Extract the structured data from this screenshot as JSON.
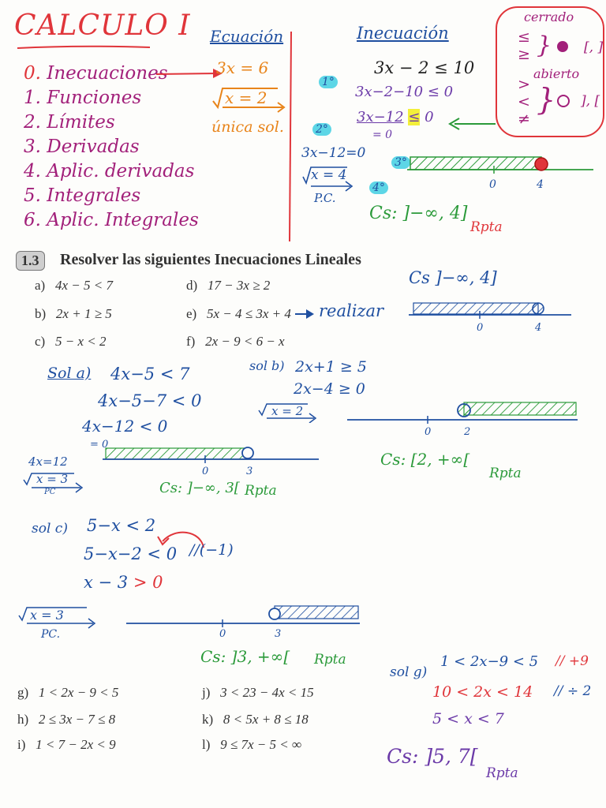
{
  "title": "CALCULO I",
  "topics": [
    {
      "num": "0.",
      "label": "Inecuaciones"
    },
    {
      "num": "1.",
      "label": "Funciones"
    },
    {
      "num": "2.",
      "label": "Límites"
    },
    {
      "num": "3.",
      "label": "Derivadas"
    },
    {
      "num": "4.",
      "label": "Aplic. derivadas"
    },
    {
      "num": "5.",
      "label": "Integrales"
    },
    {
      "num": "6.",
      "label": "Aplic. Integrales"
    }
  ],
  "ecuacion": {
    "heading": "Ecuación",
    "eq": "3x = 6",
    "sol": "x = 2",
    "note": "única sol."
  },
  "inecuacion": {
    "heading": "Inecuación",
    "main": "3x − 2 ≤ 10",
    "step1_badge": "1°",
    "step1": "3x−2−10 ≤ 0",
    "step2_badge": "2°",
    "step2a": "3x−12",
    "step2b": "≤",
    "step2c": "0",
    "step2_zero": "= 0",
    "pc_eq": "3x−12=0",
    "pc_x": "x = 4",
    "pc_label": "P.C.",
    "step3_badge": "3°",
    "step4_badge": "4°",
    "tick0": "0",
    "tick4": "4",
    "cs": "Cs: ]−∞, 4]",
    "rpta": "Rpta"
  },
  "legend": {
    "cerrado": "cerrado",
    "closed_syms": [
      "≤",
      "≥"
    ],
    "closed_br": "[, ]",
    "abierto": "abierto",
    "open_syms": [
      ">",
      "<",
      "≠"
    ],
    "open_br": "], ["
  },
  "problem": {
    "number": "1.3",
    "heading": "Resolver las siguientes Inecuaciones Lineales",
    "items": [
      {
        "label": "a)",
        "expr": "4x − 5 < 7"
      },
      {
        "label": "b)",
        "expr": "2x + 1 ≥ 5"
      },
      {
        "label": "c)",
        "expr": "5 − x < 2"
      },
      {
        "label": "d)",
        "expr": "17 − 3x ≥ 2"
      },
      {
        "label": "e)",
        "expr": "5x − 4 ≤ 3x + 4"
      },
      {
        "label": "f)",
        "expr": "2x − 9 < 6 − x"
      },
      {
        "label": "g)",
        "expr": "1 < 2x − 9 < 5"
      },
      {
        "label": "h)",
        "expr": "2 ≤ 3x − 7 ≤ 8"
      },
      {
        "label": "i)",
        "expr": "1 < 7 − 2x < 9"
      },
      {
        "label": "j)",
        "expr": "3 < 23 − 4x < 15"
      },
      {
        "label": "k)",
        "expr": "8 < 5x + 8 ≤ 18"
      },
      {
        "label": "l)",
        "expr": "9 ≤ 7x − 5 < ∞"
      }
    ],
    "realizar": "realizar",
    "e_cs": "Cs ]−∞, 4]",
    "e_tick0": "0",
    "e_tick4": "4"
  },
  "sol_a": {
    "label": "Sol a)",
    "l1": "4x−5 < 7",
    "l2": "4x−5−7 < 0",
    "l3": "4x−12 < 0",
    "l3z": "= 0",
    "pc1": "4x=12",
    "pc2": "x = 3",
    "pc3": "PC",
    "tick0": "0",
    "tick3": "3",
    "cs": "Cs: ]−∞, 3[",
    "rpta": "Rpta"
  },
  "sol_b": {
    "label": "sol b)",
    "l1": "2x+1 ≥ 5",
    "l2": "2x−4 ≥ 0",
    "pc": "x = 2",
    "tick0": "0",
    "tick2": "2",
    "cs": "Cs: [2, +∞[",
    "rpta": "Rpta"
  },
  "sol_c": {
    "label": "sol c)",
    "l1": "5−x < 2",
    "l2": "5−x−2 < 0",
    "mult": "//(−1)",
    "l3a": "x − 3",
    "l3b": "> 0",
    "pc1": "x = 3",
    "pc2": "PC.",
    "tick0": "0",
    "tick3": "3",
    "cs": "Cs: ]3, +∞[",
    "rpta": "Rpta"
  },
  "sol_g": {
    "label": "sol g)",
    "l1": "1 < 2x−9 < 5",
    "op1": "// +9",
    "l2": "10 < 2x < 14",
    "op2": "// ÷ 2",
    "l3": "5 < x < 7",
    "cs": "Cs: ]5, 7[",
    "rpta": "Rpta"
  }
}
